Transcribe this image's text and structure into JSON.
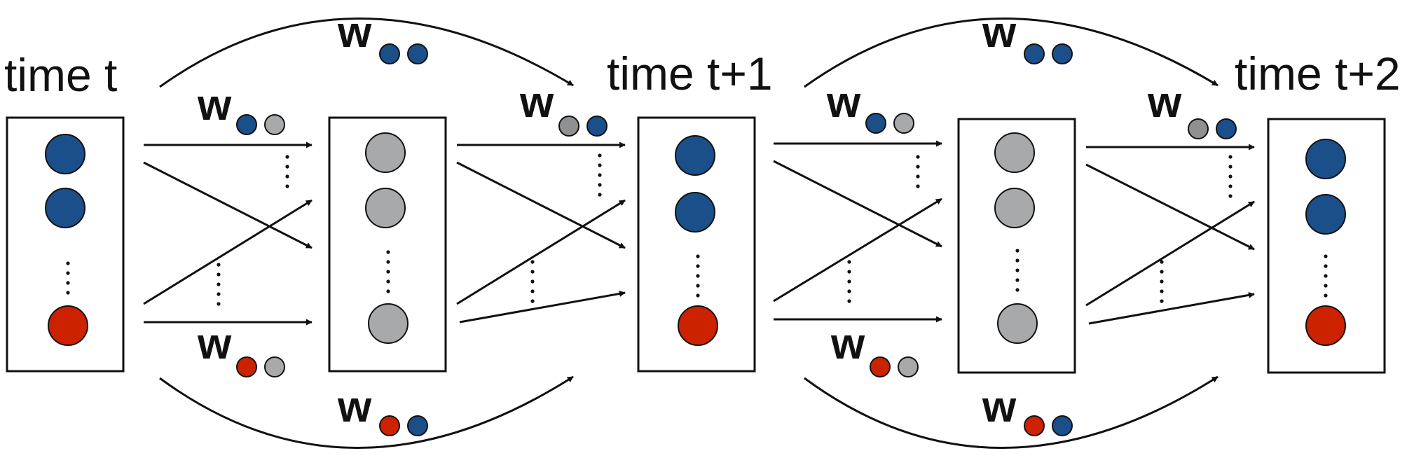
{
  "time_labels": [
    "time t",
    "time t+1",
    "time t+2"
  ],
  "weight_symbol": "w",
  "colors": {
    "blue": "#1a4f8a",
    "red": "#cc2200",
    "gray": "#a7a9ab",
    "dark_gray": "#8e9092",
    "stroke": "#111111"
  },
  "layers": [
    {
      "name": "input-t",
      "nodes": [
        "blue",
        "blue",
        "red"
      ]
    },
    {
      "name": "hidden-1",
      "nodes": [
        "gray",
        "gray",
        "gray"
      ]
    },
    {
      "name": "output-t1",
      "nodes": [
        "blue",
        "blue",
        "red"
      ]
    },
    {
      "name": "hidden-2",
      "nodes": [
        "gray",
        "gray",
        "gray"
      ]
    },
    {
      "name": "output-t2",
      "nodes": [
        "blue",
        "blue",
        "red"
      ]
    }
  ],
  "weight_labels": [
    {
      "name": "w-blue-gray-1",
      "subscript": [
        "blue",
        "gray"
      ]
    },
    {
      "name": "w-red-gray-1",
      "subscript": [
        "red",
        "gray"
      ]
    },
    {
      "name": "w-gray-blue-1",
      "subscript": [
        "dark_gray",
        "blue"
      ]
    },
    {
      "name": "w-blue-blue-skip-1",
      "subscript": [
        "blue",
        "blue"
      ]
    },
    {
      "name": "w-red-blue-skip-1",
      "subscript": [
        "red",
        "blue"
      ]
    },
    {
      "name": "w-blue-gray-2",
      "subscript": [
        "blue",
        "gray"
      ]
    },
    {
      "name": "w-red-gray-2",
      "subscript": [
        "red",
        "gray"
      ]
    },
    {
      "name": "w-gray-blue-2",
      "subscript": [
        "dark_gray",
        "blue"
      ]
    },
    {
      "name": "w-blue-blue-skip-2",
      "subscript": [
        "blue",
        "blue"
      ]
    },
    {
      "name": "w-red-blue-skip-2",
      "subscript": [
        "red",
        "blue"
      ]
    }
  ]
}
